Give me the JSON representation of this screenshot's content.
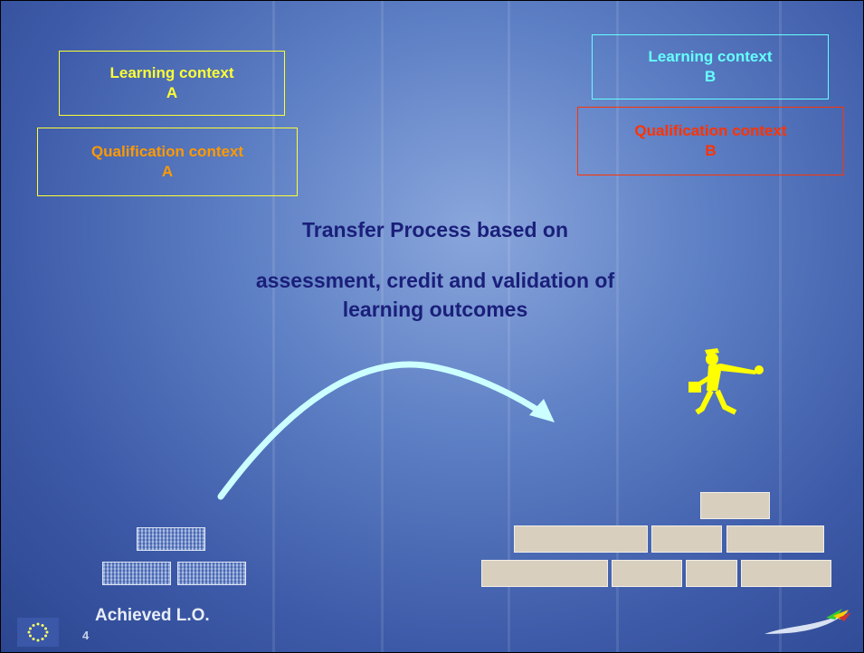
{
  "contexts": {
    "learning_a": {
      "line1": "Learning context",
      "line2": "A",
      "color": "#ffff33"
    },
    "qualification_a": {
      "line1": "Qualification context",
      "line2": "A",
      "color": "#ff9900"
    },
    "learning_b": {
      "line1": "Learning context",
      "line2": "B",
      "color": "#66ffff"
    },
    "qualification_b": {
      "line1": "Qualification context",
      "line2": "B",
      "color": "#ff3300"
    }
  },
  "title": {
    "line1": "Transfer Process based on",
    "line2": "assessment, credit and validation of",
    "line3": "learning outcomes"
  },
  "achieved_label": "Achieved L.O.",
  "slide_number": "4",
  "icons": [
    "eu-flag-icon",
    "transfer-arrow-icon",
    "walking-person-icon",
    "swoosh-logo-icon"
  ],
  "colors": {
    "title": "#1a1f7a",
    "arrow": "#ccffff",
    "person": "#ffff00"
  }
}
